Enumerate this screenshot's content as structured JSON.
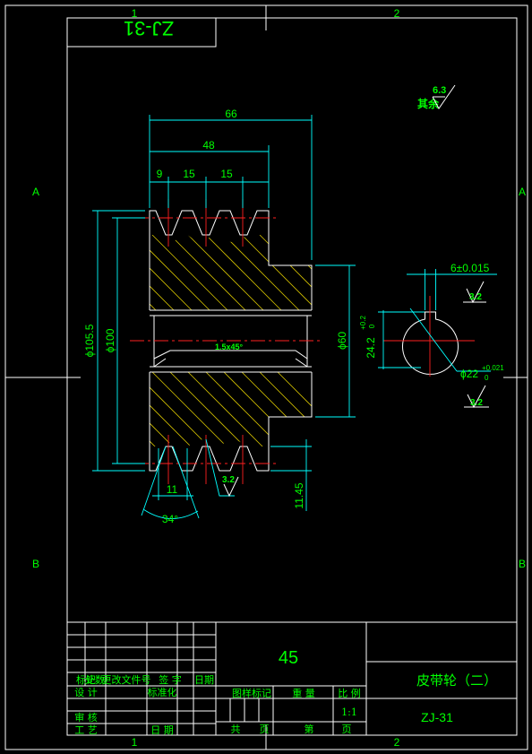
{
  "frame": {
    "zones_top": [
      "1",
      "2"
    ],
    "zones_bottom": [
      "1",
      "2"
    ],
    "zones_left": [
      "A",
      "B"
    ],
    "zones_right": [
      "A",
      "B"
    ]
  },
  "stamp": "ZJ-31",
  "roughness": {
    "general": "6.3",
    "general_prefix": "其余",
    "keyway": "3.2",
    "bore": "3.2",
    "groove": "3.2"
  },
  "dimensions": {
    "width_total": "66",
    "width_48": "48",
    "pitch_first": "9",
    "pitch_a": "15",
    "pitch_b": "15",
    "dia_outer": "ϕ105.5",
    "dia_pitch": "ϕ100",
    "dia_hub": "ϕ60",
    "groove_top": "11",
    "groove_depth": "11.45",
    "groove_angle": "34°",
    "chamfer_note": "1.5x45°",
    "key_width": "6±0.015",
    "key_depth": "24.2",
    "key_depth_tol_upper": "+0.2",
    "key_depth_tol_lower": "0",
    "bore_dia": "ϕ22",
    "bore_tol_upper": "+0.021",
    "bore_tol_lower": "0"
  },
  "title_block": {
    "material": "45",
    "part_name": "皮带轮（二）",
    "drawing_no": "ZJ-31",
    "scale": "1:1",
    "rev_headers": [
      "标记",
      "处数",
      "更改文件号",
      "签 字",
      "日期"
    ],
    "design": "设 计",
    "standardize": "标准化",
    "review": "审 核",
    "process": "工 艺",
    "date": "日 期",
    "stage": "图样标记",
    "weight": "重 量",
    "ratio": "比 例",
    "total": "共",
    "sheet": "页",
    "page_no": "第",
    "page": "页"
  }
}
